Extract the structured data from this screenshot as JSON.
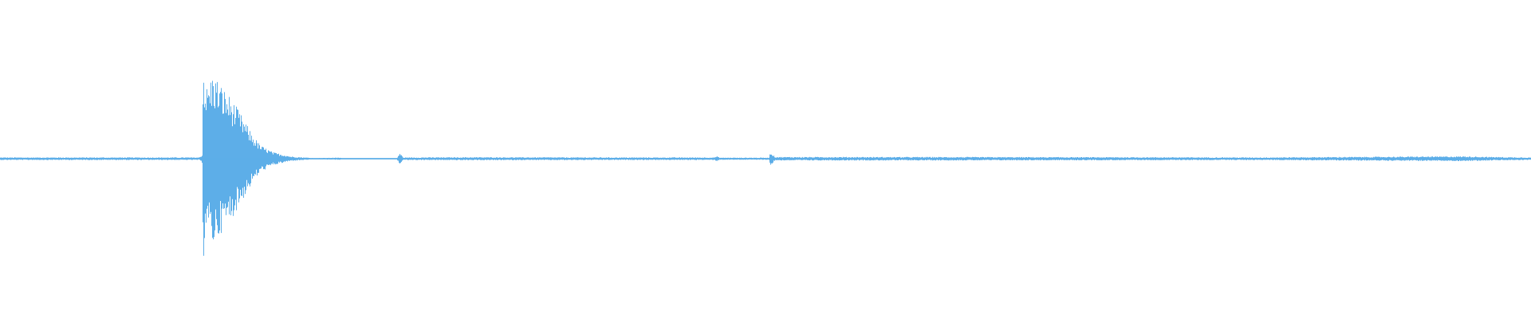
{
  "waveform": {
    "color": "#5daee8",
    "background": "#ffffff",
    "amplitude_range": [
      -1,
      1
    ],
    "envelope": [
      {
        "t": 0.0,
        "amp": 0.012
      },
      {
        "t": 0.13,
        "amp": 0.012
      },
      {
        "t": 0.132,
        "amp": 0.04
      },
      {
        "t": 0.1325,
        "amp": 1.0
      },
      {
        "t": 0.134,
        "amp": 0.62
      },
      {
        "t": 0.139,
        "amp": 0.78
      },
      {
        "t": 0.145,
        "amp": 0.65
      },
      {
        "t": 0.15,
        "amp": 0.56
      },
      {
        "t": 0.155,
        "amp": 0.45
      },
      {
        "t": 0.16,
        "amp": 0.33
      },
      {
        "t": 0.165,
        "amp": 0.21
      },
      {
        "t": 0.17,
        "amp": 0.12
      },
      {
        "t": 0.178,
        "amp": 0.06
      },
      {
        "t": 0.19,
        "amp": 0.02
      },
      {
        "t": 0.205,
        "amp": 0.006
      },
      {
        "t": 0.222,
        "amp": 0.01
      },
      {
        "t": 0.223,
        "amp": 0.006
      },
      {
        "t": 0.259,
        "amp": 0.006
      },
      {
        "t": 0.261,
        "amp": 0.055
      },
      {
        "t": 0.263,
        "amp": 0.012
      },
      {
        "t": 0.31,
        "amp": 0.014
      },
      {
        "t": 0.4,
        "amp": 0.012
      },
      {
        "t": 0.466,
        "amp": 0.012
      },
      {
        "t": 0.468,
        "amp": 0.022
      },
      {
        "t": 0.47,
        "amp": 0.01
      },
      {
        "t": 0.502,
        "amp": 0.01
      },
      {
        "t": 0.503,
        "amp": 0.062
      },
      {
        "t": 0.506,
        "amp": 0.016
      },
      {
        "t": 0.6,
        "amp": 0.016
      },
      {
        "t": 0.75,
        "amp": 0.014
      },
      {
        "t": 0.82,
        "amp": 0.012
      },
      {
        "t": 0.9,
        "amp": 0.018
      },
      {
        "t": 0.955,
        "amp": 0.022
      },
      {
        "t": 0.985,
        "amp": 0.014
      },
      {
        "t": 1.0,
        "amp": 0.012
      }
    ]
  }
}
